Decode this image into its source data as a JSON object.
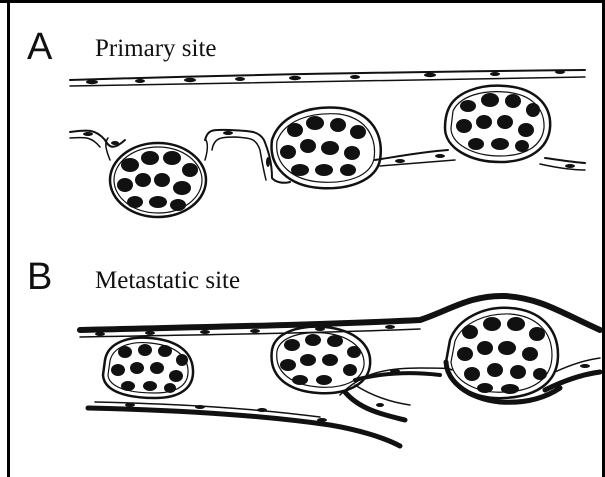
{
  "panels": {
    "a": {
      "letter": "A",
      "caption": "Primary site"
    },
    "b": {
      "letter": "B",
      "caption": "Metastatic site"
    }
  },
  "colors": {
    "ink": "#111111",
    "paper": "#ffffff"
  }
}
